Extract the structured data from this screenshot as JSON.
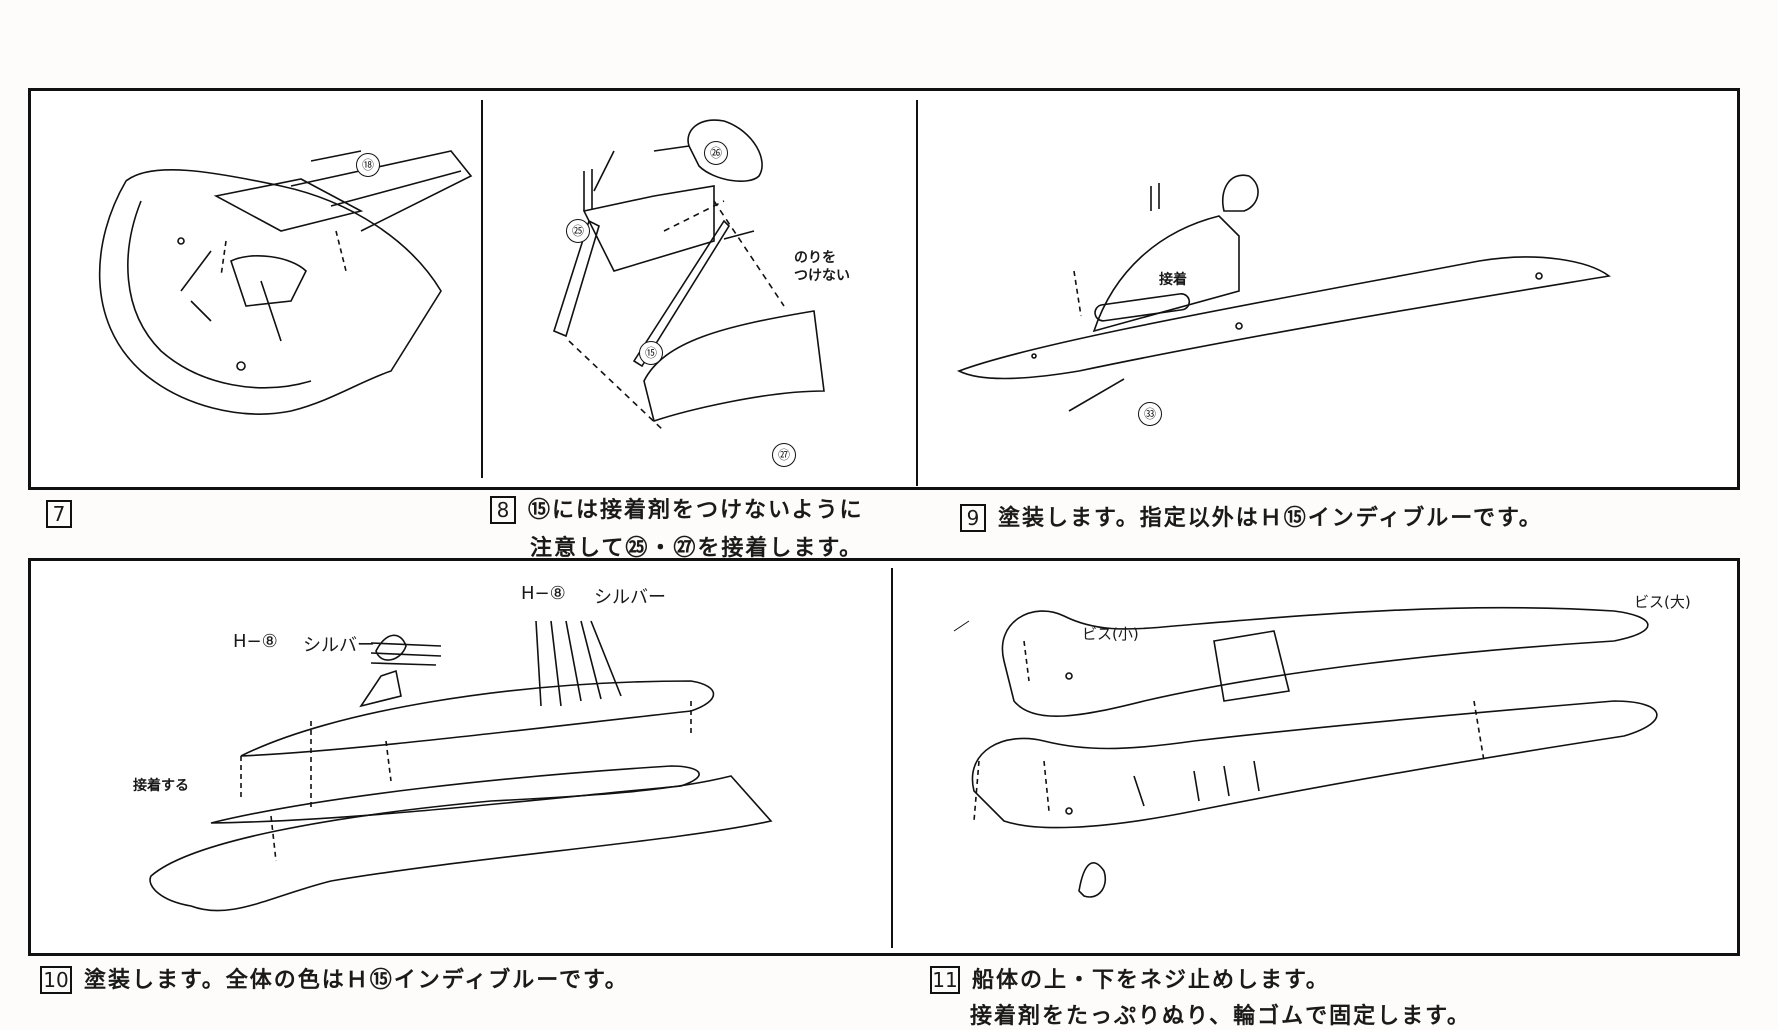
{
  "top": {
    "step7": {
      "num": "7",
      "text": "",
      "part18": "⑱"
    },
    "step8": {
      "num": "8",
      "line1": "⑮には接着剤をつけないように",
      "line2": "注意して㉕・㉗を接着します。",
      "note_line1": "のりを",
      "note_line2": "つけない",
      "part25": "㉕",
      "part26": "㉖",
      "part15": "⑮",
      "part27": "㉗"
    },
    "step9": {
      "num": "9",
      "text": "塗装します。指定以外はＨ⑮インディブルーです。",
      "glue_label": "接着",
      "part33": "㉝"
    }
  },
  "bottom": {
    "step10": {
      "num": "10",
      "text": "塗装します。全体の色はＨ⑮インディブルーです。",
      "label_h8_left": "H−⑧",
      "label_silver_left": "シルバー",
      "label_h8_right": "H−⑧",
      "label_silver_right": "シルバー",
      "glue_label": "接着する"
    },
    "step11": {
      "num": "11",
      "line1": "船体の上・下をネジ止めします。",
      "line2": "接着剤をたっぷりぬり、輪ゴムで固定します。",
      "screw_small": "ビス(小)",
      "screw_large": "ビス(大)"
    }
  },
  "colors": {
    "ink": "#111111",
    "paper": "#fdfcfa"
  }
}
